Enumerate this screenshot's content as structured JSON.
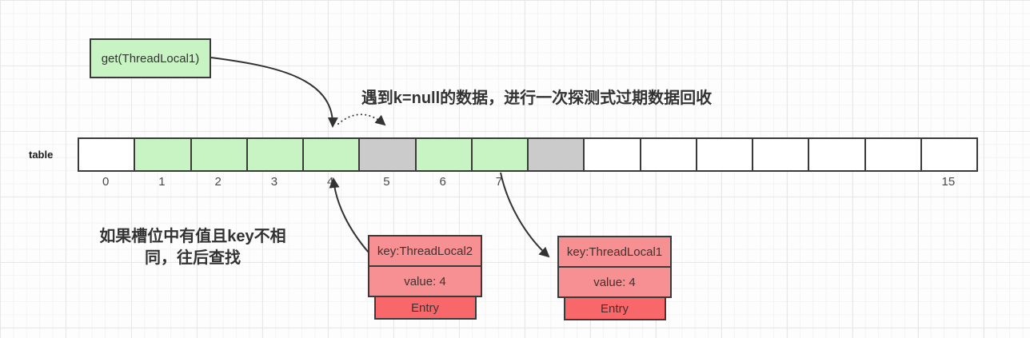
{
  "colors": {
    "cell_filled": "#c8f4c4",
    "cell_stale": "#cbcbcb",
    "cell_empty": "#ffffff",
    "entry_fill": "#f79093",
    "entry_tag_fill": "#f8686b",
    "shape_border": "#3a3a3a",
    "arrow": "#333333",
    "text_dark": "#333333",
    "grid_minor": "#f3f3f3",
    "grid_major": "#e7e7e7"
  },
  "get_box": {
    "label": "get(ThreadLocal1)"
  },
  "annotations": {
    "top": "遇到k=null的数据，进行一次探测式过期数据回收",
    "left_line1": "如果槽位中有值且key不相",
    "left_line2": "同，往后查找"
  },
  "table": {
    "label": "table",
    "cells": [
      {
        "label": "0",
        "state": "empty"
      },
      {
        "label": "1",
        "state": "filled"
      },
      {
        "label": "2",
        "state": "filled"
      },
      {
        "label": "3",
        "state": "filled"
      },
      {
        "label": "4",
        "state": "filled"
      },
      {
        "label": "5",
        "state": "stale"
      },
      {
        "label": "6",
        "state": "filled"
      },
      {
        "label": "7",
        "state": "filled"
      },
      {
        "label": "",
        "state": "stale"
      },
      {
        "label": "",
        "state": "empty"
      },
      {
        "label": "",
        "state": "empty"
      },
      {
        "label": "",
        "state": "empty"
      },
      {
        "label": "",
        "state": "empty"
      },
      {
        "label": "",
        "state": "empty"
      },
      {
        "label": "",
        "state": "empty"
      },
      {
        "label": "15",
        "state": "empty"
      }
    ]
  },
  "entries": [
    {
      "key": "key:ThreadLocal2",
      "value": "value: 4",
      "tag": "Entry"
    },
    {
      "key": "key:ThreadLocal1",
      "value": "value: 4",
      "tag": "Entry"
    }
  ]
}
